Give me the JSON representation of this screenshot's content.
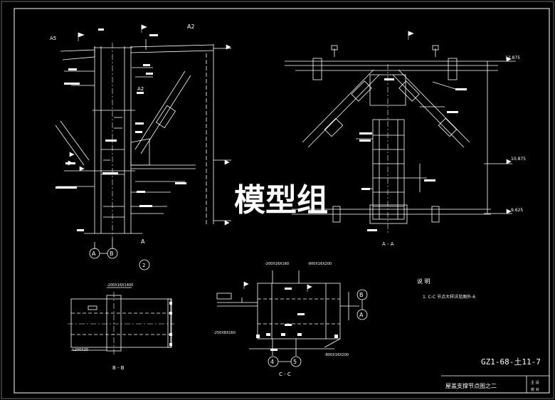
{
  "watermark": "模型组",
  "drawing_number": "GZ1-68-土11-7",
  "drawing_title": "屋盖支撑节点图之二",
  "title_block": {
    "c1": "主 设",
    "c2": "校 对"
  },
  "notes": {
    "heading": "说 明",
    "line1": "1. C-C 节点大样详见图外-6"
  },
  "views": {
    "a": "A",
    "aa": "A - A",
    "bb": "B - B",
    "cc": "C - C"
  },
  "grid_bubbles": {
    "a_left": "A",
    "a_right": "B",
    "c_left": "4",
    "c_right": "5",
    "c_top": "B",
    "c_bottom": "A",
    "small": "2"
  },
  "section_marks": {
    "a2_top": "A2",
    "a2_mid": "A2",
    "a5": "A5"
  },
  "elevations": {
    "aa_top": "12.875",
    "aa_mid": "10.875",
    "aa_low": "9.625"
  },
  "labels": {
    "plate1": "-200X16X160",
    "plate2": "-900X16X200",
    "plate3": "-250X8X160",
    "plate4": "-800X16X200",
    "l1": "L200X20",
    "l2": "-200X16X1400"
  }
}
